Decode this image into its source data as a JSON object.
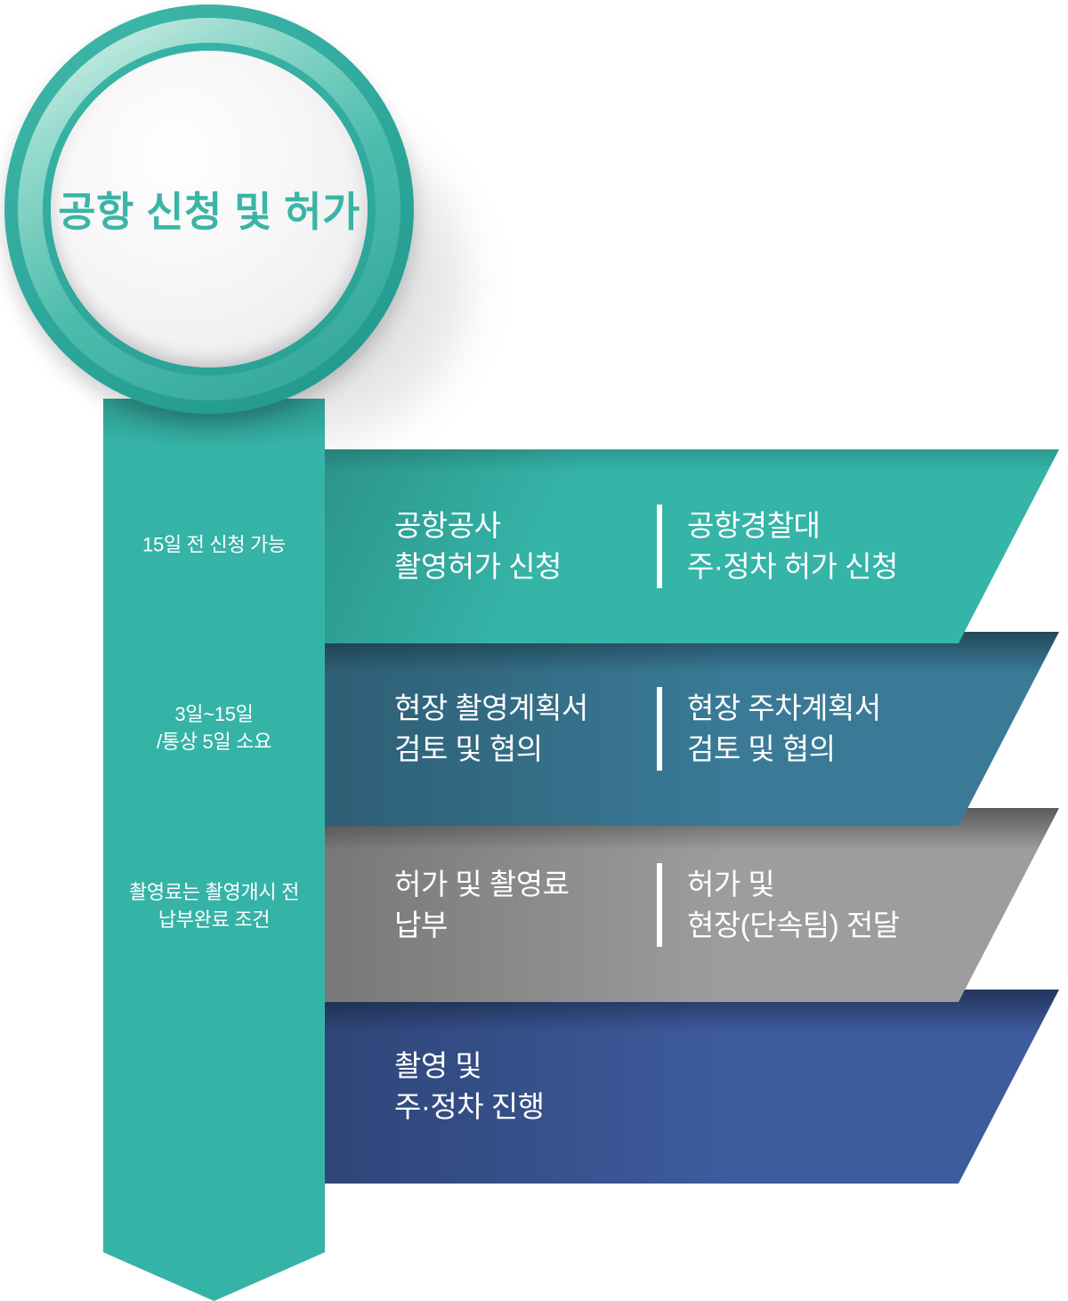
{
  "title": "공항 신청 및 허가",
  "ribbon_notes": [
    {
      "lines": [
        "15일 전 신청 가능"
      ]
    },
    {
      "lines": [
        "3일~15일",
        "/통상 5일 소요"
      ]
    },
    {
      "lines": [
        "촬영료는 촬영개시 전",
        "납부완료 조건"
      ]
    }
  ],
  "steps": [
    {
      "left_lines": [
        "공항공사",
        "촬영허가 신청"
      ],
      "right_lines": [
        "공항경찰대",
        "주·정차 허가 신청"
      ],
      "color": "#35b4a8"
    },
    {
      "left_lines": [
        "현장 촬영계획서",
        "검토 및 협의"
      ],
      "right_lines": [
        "현장 주차계획서",
        "검토 및 협의"
      ],
      "color": "#3a7a96"
    },
    {
      "left_lines": [
        "허가 및 촬영료",
        "납부"
      ],
      "right_lines": [
        "허가 및",
        "현장(단속팀) 전달"
      ],
      "color": "#9d9d9d"
    },
    {
      "left_lines": [
        "촬영 및",
        "주·정차 진행"
      ],
      "right_lines": [],
      "color": "#3d5b9d"
    }
  ],
  "colors": {
    "ribbon_teal": "#36b3a7",
    "step1_teal": "#35b4a8",
    "step2_steel_blue": "#3a7a96",
    "step3_gray": "#9d9d9d",
    "step4_indigo": "#3d5b9d",
    "circle_ring_teal": "#2da79a",
    "title_text_teal": "#3bb4a5",
    "banner_text": "#ffffff"
  }
}
